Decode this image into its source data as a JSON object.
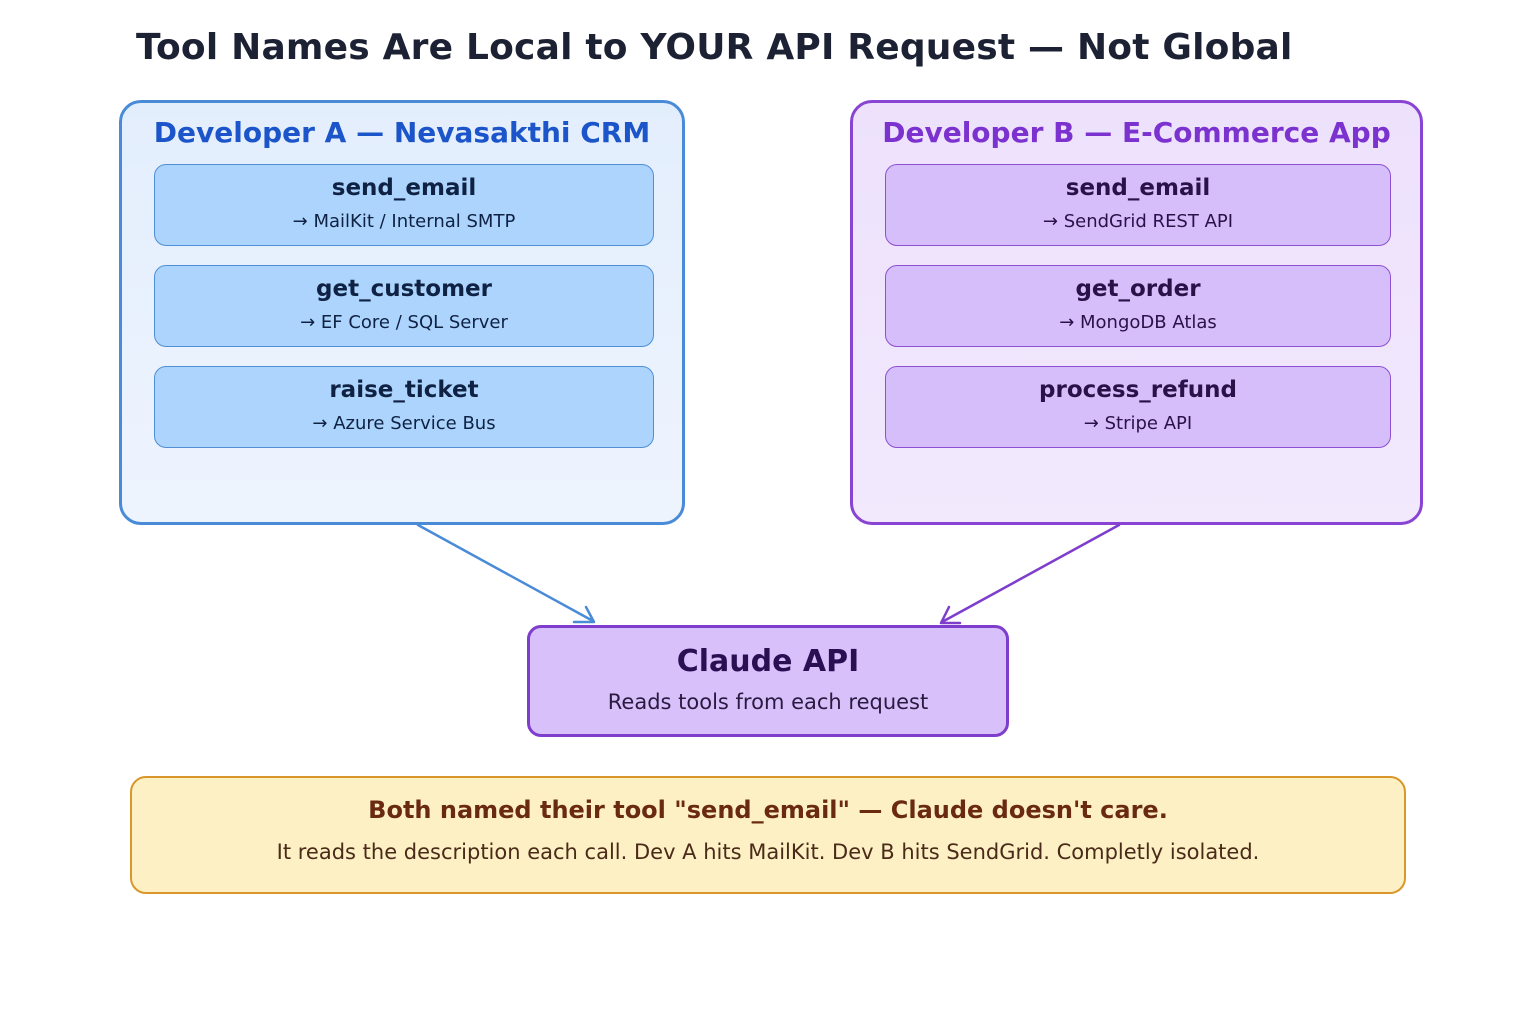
{
  "title": "Tool Names Are Local to YOUR API Request — Not Global",
  "developer_a": {
    "title": "Developer A — Nevasakthi CRM",
    "tools": [
      {
        "name": "send_email",
        "target": "→ MailKit / Internal SMTP"
      },
      {
        "name": "get_customer",
        "target": "→ EF Core / SQL Server"
      },
      {
        "name": "raise_ticket",
        "target": "→ Azure Service Bus"
      }
    ]
  },
  "developer_b": {
    "title": "Developer B — E-Commerce App",
    "tools": [
      {
        "name": "send_email",
        "target": "→ SendGrid REST API"
      },
      {
        "name": "get_order",
        "target": "→ MongoDB Atlas"
      },
      {
        "name": "process_refund",
        "target": "→ Stripe API"
      }
    ]
  },
  "claude": {
    "title": "Claude API",
    "subtitle": "Reads tools from each request"
  },
  "note": {
    "title": "Both named their tool \"send_email\" — Claude doesn't care.",
    "body": "It reads the description each call. Dev A hits MailKit. Dev B hits SendGrid. Completly isolated."
  },
  "colors": {
    "arrow_a": "#4a8bd8",
    "arrow_b": "#7e3dcc"
  }
}
